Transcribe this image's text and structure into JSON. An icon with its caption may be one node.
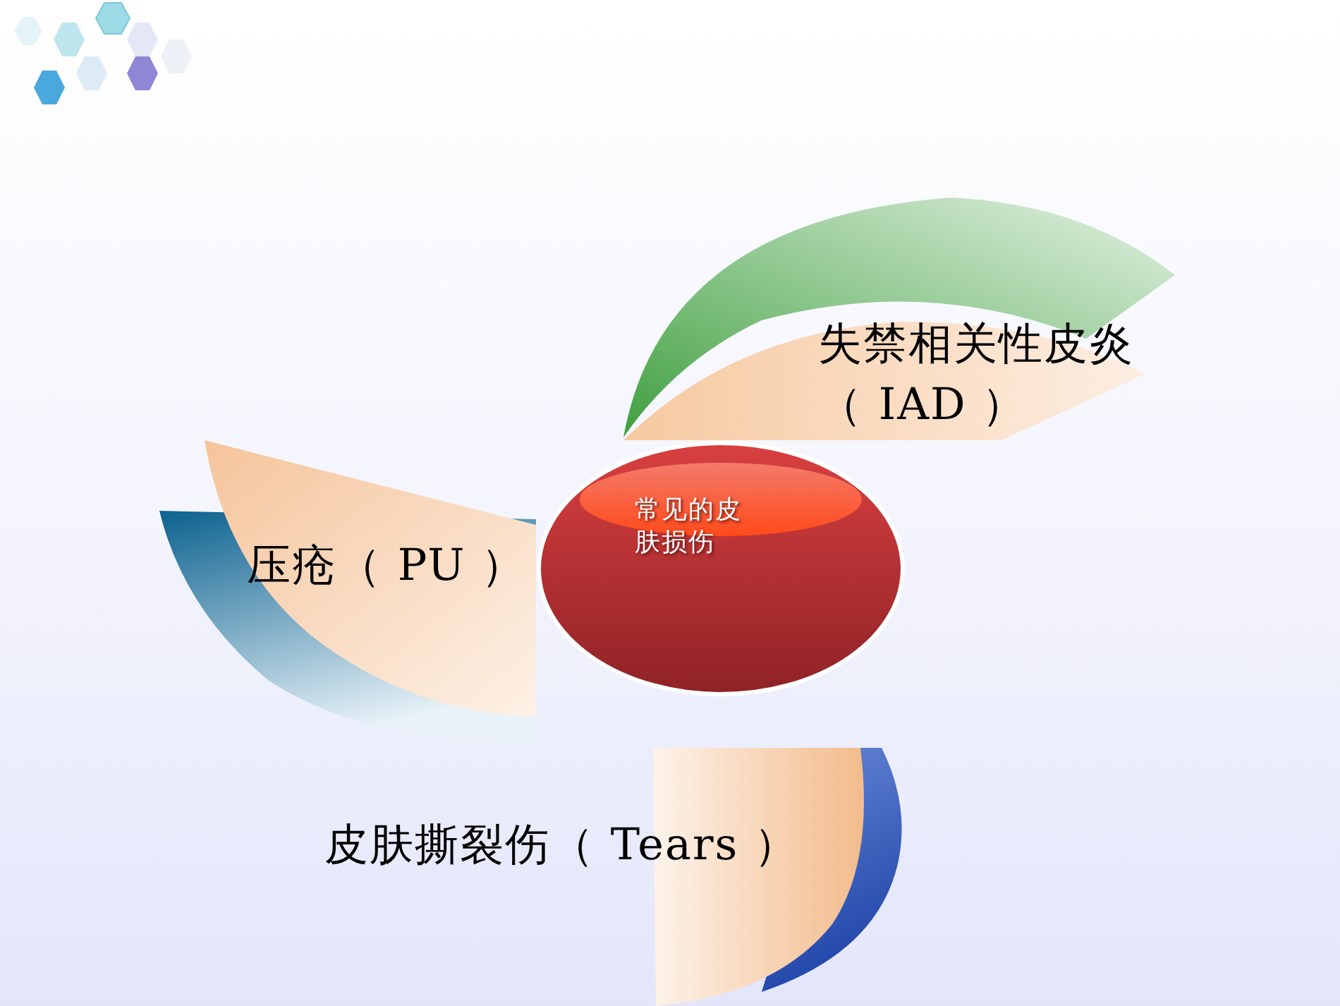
{
  "diagram": {
    "nodes": [
      {
        "text": [
          "失禁相关性皮炎（ IAD ）"
        ]
      },
      {
        "text": [
          "压疮（ PU ）"
        ]
      },
      {
        "text": [
          "常见的皮肤损伤"
        ]
      },
      {
        "text": [
          "皮肤撕裂伤（ Tears ）"
        ]
      }
    ]
  }
}
